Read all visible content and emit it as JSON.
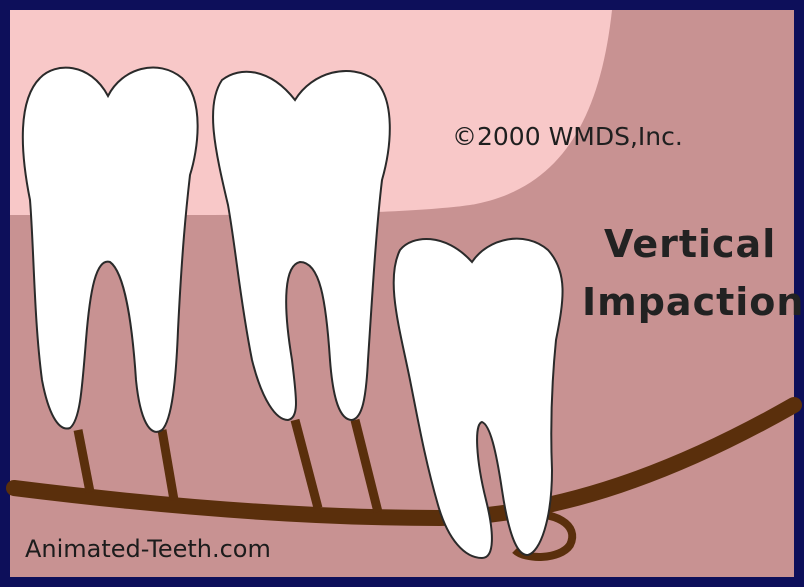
{
  "copyright": "©2000 WMDS,Inc.",
  "title_line1": "Vertical",
  "title_line2": "Impaction",
  "watermark": "Animated-Teeth.com",
  "colors": {
    "frame": "#0d0f5a",
    "bone": "#c89292",
    "gum": "#f8c8c8",
    "tooth": "#ffffff",
    "nerve": "#5a2f0c",
    "outline": "#2a2a2a"
  }
}
